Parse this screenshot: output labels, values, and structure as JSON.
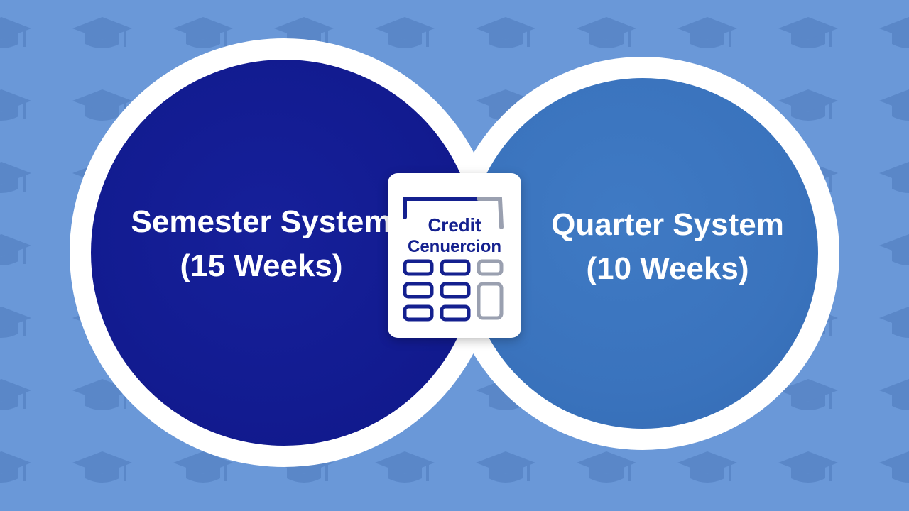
{
  "colors": {
    "background": "#6a98d8",
    "cap_pattern": "#5a87c8",
    "semester_circle": "#121b90",
    "quarter_circle": "#3a73bd",
    "ring": "#ffffff",
    "calculator_dark": "#14208f",
    "calculator_light": "#9aa0b0"
  },
  "background_icon": "graduation-cap-icon",
  "semester": {
    "line1": "Semester System",
    "line2": "(15 Weeks)"
  },
  "quarter": {
    "line1": "Quarter System",
    "line2": "(10 Weeks)"
  },
  "calculator": {
    "icon": "calculator-icon",
    "line1": "Credit",
    "line2": "Cenuercion"
  }
}
